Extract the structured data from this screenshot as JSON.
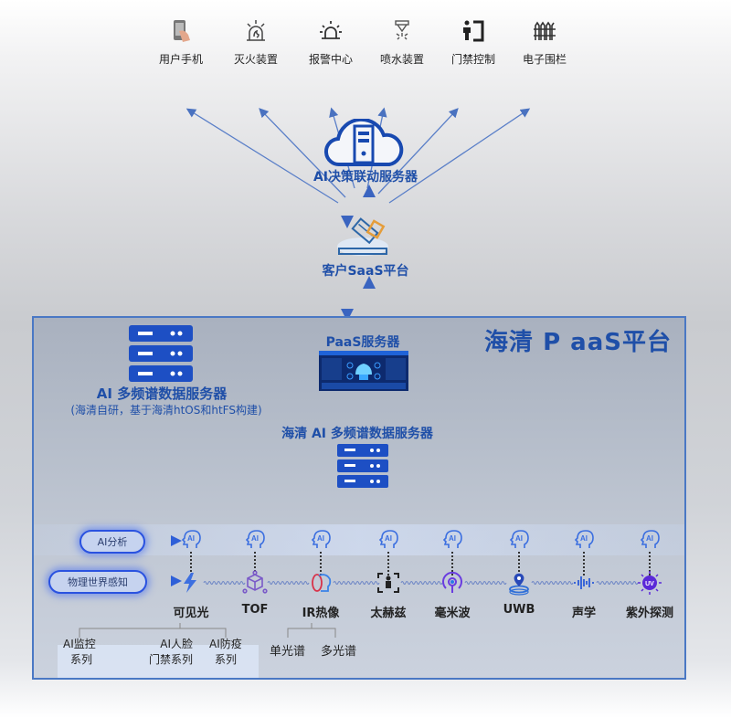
{
  "top_devices": [
    {
      "label": "用户手机",
      "icon": "phone-touch-icon"
    },
    {
      "label": "灭火装置",
      "icon": "fire-extinguisher-alarm-icon"
    },
    {
      "label": "报警中心",
      "icon": "alarm-light-icon"
    },
    {
      "label": "喷水装置",
      "icon": "sprinkler-icon"
    },
    {
      "label": "门禁控制",
      "icon": "access-door-icon"
    },
    {
      "label": "电子围栏",
      "icon": "fence-icon"
    }
  ],
  "decision_server": {
    "label": "AI决策联动服务器",
    "icon": "cloud-server-icon"
  },
  "saas": {
    "label": "客户SaaS平台",
    "icon": "saas-handshake-icon"
  },
  "paas": {
    "title": "海清 P aaS平台",
    "paas_server": {
      "label": "PaaS服务器",
      "icon": "dashboard-screen-icon"
    },
    "multispectral_server": {
      "label": "AI 多频谱数据服务器",
      "note": "(海清自研，基于海清htOS和htFS构建)",
      "icon": "server-rack-icon"
    },
    "haiqing_server": {
      "label": "海清 AI 多频谱数据服务器",
      "icon": "server-rack-icon"
    },
    "row_labels": {
      "ai_analysis": "AI分析",
      "perception": "物理世界感知"
    },
    "sensors": [
      {
        "label": "可见光",
        "icon": "lightning-icon"
      },
      {
        "label": "TOF",
        "icon": "cube-icon"
      },
      {
        "label": "IR热像",
        "icon": "thermal-head-icon"
      },
      {
        "label": "太赫兹",
        "icon": "person-scan-icon"
      },
      {
        "label": "毫米波",
        "icon": "radar-antenna-icon"
      },
      {
        "label": "UWB",
        "icon": "location-pin-icon"
      },
      {
        "label": "声学",
        "icon": "sound-wave-icon"
      },
      {
        "label": "紫外探测",
        "icon": "uv-icon"
      }
    ],
    "ai_head_text": "AI",
    "visible_series": [
      {
        "line1": "AI监控",
        "line2": "系列"
      },
      {
        "line1": "AI人脸",
        "line2": "门禁系列"
      },
      {
        "line1": "AI防疫",
        "line2": "系列"
      }
    ],
    "ir_series": [
      "单光谱",
      "多光谱"
    ]
  }
}
